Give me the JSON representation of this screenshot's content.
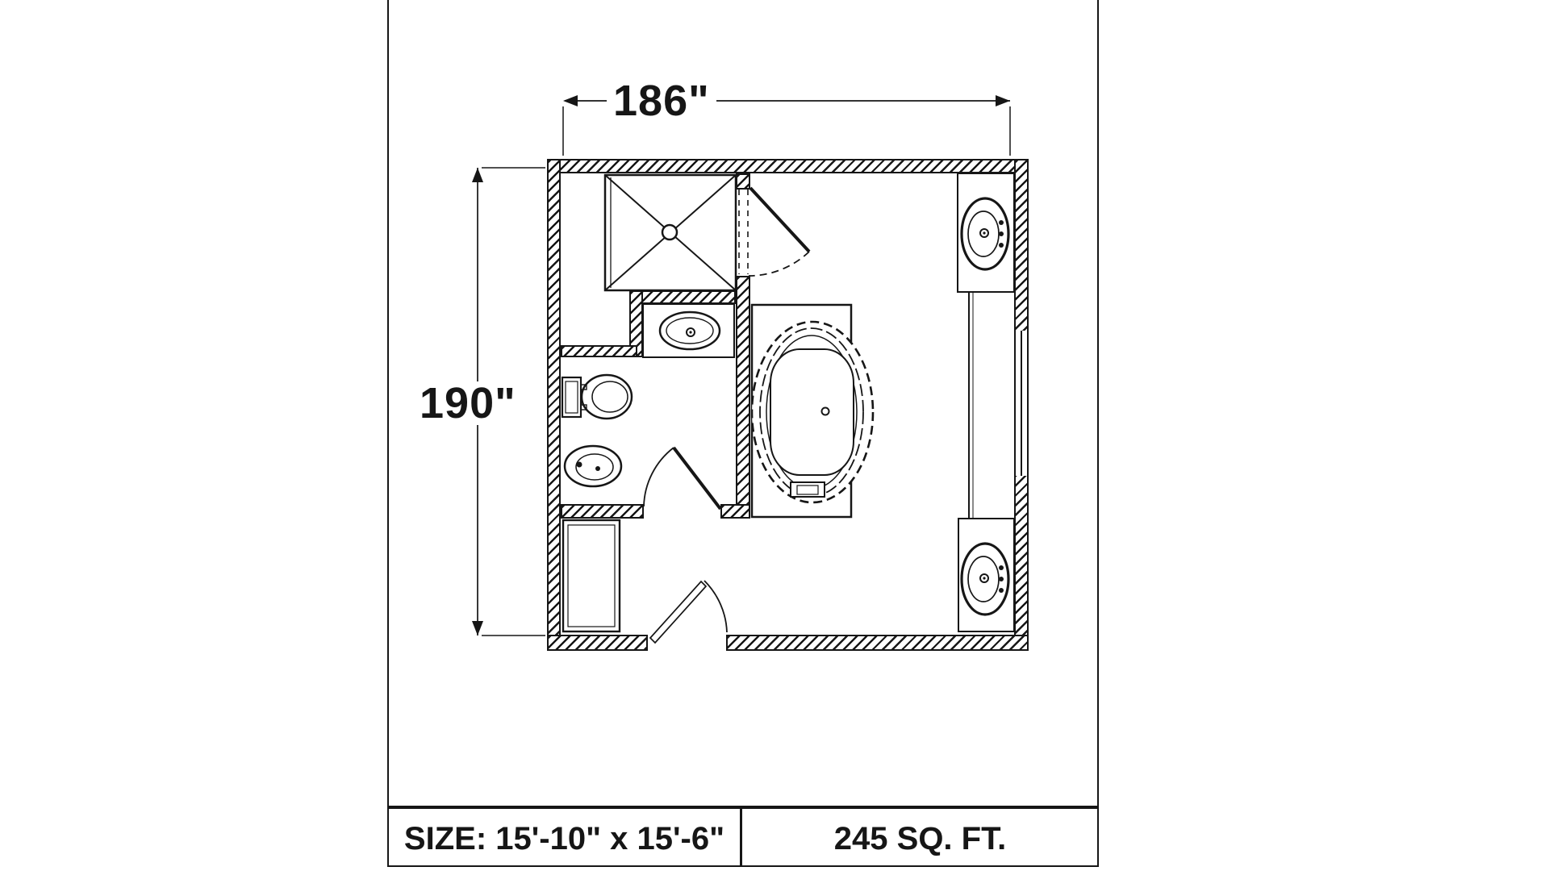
{
  "sheet": {
    "dimensions": {
      "width_label": "186\"",
      "height_label": "190\""
    },
    "title_block": {
      "size_label": "SIZE: 15'-10\" x 15'-6\"",
      "area_label": "245 SQ. FT."
    },
    "colors": {
      "line": "#161616",
      "background": "#ffffff"
    },
    "fixtures": [
      {
        "name": "walk-in-shower"
      },
      {
        "name": "shower-door"
      },
      {
        "name": "vanity-sink"
      },
      {
        "name": "toilet"
      },
      {
        "name": "bidet"
      },
      {
        "name": "water-closet-door"
      },
      {
        "name": "linen-cabinet"
      },
      {
        "name": "entry-door"
      },
      {
        "name": "garden-bathtub"
      },
      {
        "name": "window"
      },
      {
        "name": "right-vanity-sink-top"
      },
      {
        "name": "right-vanity-counter"
      },
      {
        "name": "right-vanity-sink-bottom"
      }
    ]
  }
}
